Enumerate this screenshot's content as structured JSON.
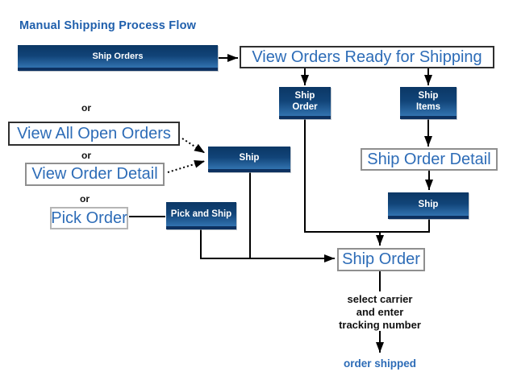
{
  "title": "Manual Shipping Process Flow",
  "colors": {
    "title_blue": "#1f5fac",
    "link_blue": "#2d6cb7",
    "node_gradient_top": "#0b3765",
    "node_gradient_bottom": "#3273b0",
    "connector": "#000000"
  },
  "nodes": {
    "ship_orders": {
      "label": "Ship Orders"
    },
    "view_orders_ready": {
      "label": "View Orders Ready for Shipping"
    },
    "ship_order_top": {
      "line1": "Ship",
      "line2": "Order"
    },
    "ship_items": {
      "line1": "Ship",
      "line2": "Items"
    },
    "view_all_open_orders": {
      "label": "View All Open Orders"
    },
    "view_order_detail": {
      "label": "View Order Detail"
    },
    "ship_left": {
      "label": "Ship"
    },
    "pick_order": {
      "label": "Pick Order"
    },
    "pick_and_ship": {
      "label": "Pick and Ship"
    },
    "ship_order_detail": {
      "label": "Ship Order Detail"
    },
    "ship_right": {
      "label": "Ship"
    },
    "ship_order_final": {
      "label": "Ship Order"
    }
  },
  "annotations": {
    "or": "or",
    "carrier_line1": "select carrier",
    "carrier_line2": "and enter",
    "carrier_line3": "tracking number",
    "order_shipped": "order shipped"
  }
}
